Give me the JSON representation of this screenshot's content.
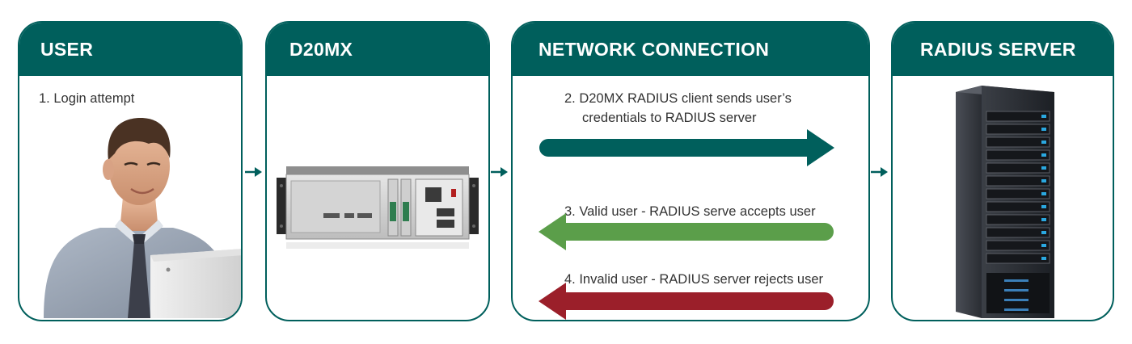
{
  "panels": [
    {
      "id": "user",
      "title": "USER"
    },
    {
      "id": "d20mx",
      "title": "D20MX"
    },
    {
      "id": "network",
      "title": "NETWORK CONNECTION"
    },
    {
      "id": "radius",
      "title": "RADIUS SERVER"
    }
  ],
  "user": {
    "step": "1. Login attempt"
  },
  "network": {
    "step2_line1": "2. D20MX RADIUS client sends user’s",
    "step2_line2": "credentials to RADIUS server",
    "step3": "3. Valid user - RADIUS serve accepts user",
    "step4": "4. Invalid user - RADIUS server rejects user"
  },
  "colors": {
    "teal": "#005f5c",
    "green": "#5b9e4a",
    "red": "#9b1f2a"
  }
}
